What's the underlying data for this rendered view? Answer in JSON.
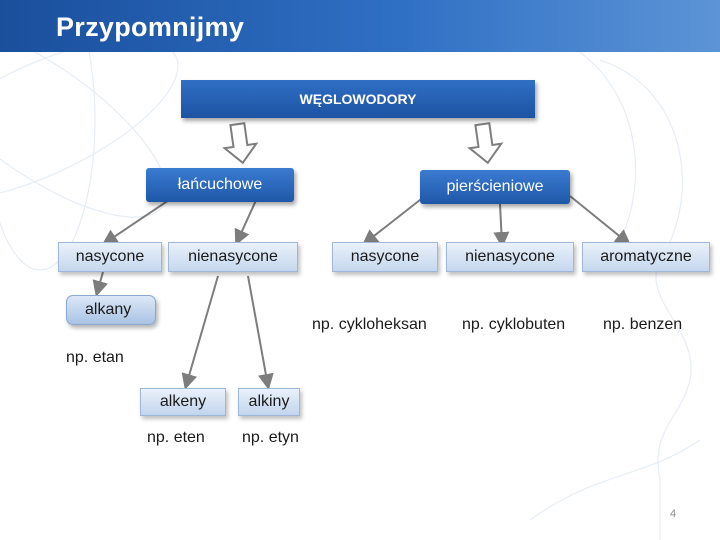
{
  "slide": {
    "title": "Przypomnijmy",
    "page_number": "4"
  },
  "diagram": {
    "root": "WĘGLOWODORY",
    "chain": "łańcuchowe",
    "ring": "pierścieniowe",
    "chain_saturated": "nasycone",
    "chain_unsaturated": "nienasycone",
    "ring_saturated": "nasycone",
    "ring_unsaturated": "nienasycone",
    "ring_aromatic": "aromatyczne",
    "alkanes": "alkany",
    "alkanes_example": "np. etan",
    "alkenes": "alkeny",
    "alkenes_example": "np. eten",
    "alkynes": "alkiny",
    "alkynes_example": "np. etyn",
    "cyclohexane_example": "np. cykloheksan",
    "cyclobutene_example": "np. cyklobuten",
    "benzene_example": "np. benzen"
  },
  "colors": {
    "title_bar": "#1a4f9c",
    "root_box": "#1d53a3",
    "category_box": "#2f6fc4",
    "leaf_box": "#c5d7ee",
    "connector": "#7d7d7d"
  }
}
